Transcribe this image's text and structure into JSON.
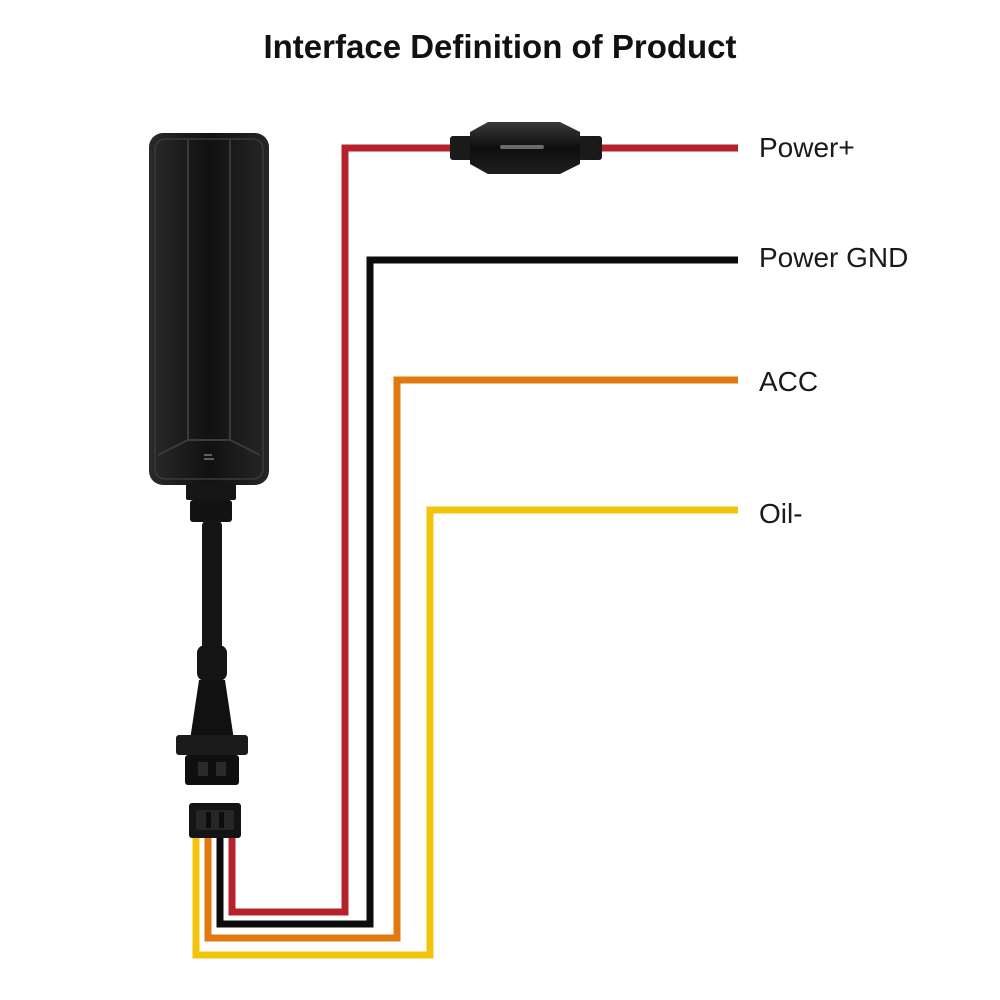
{
  "title": "Interface Definition of Product",
  "wires": [
    {
      "label": "Power+",
      "color": "#b5222b"
    },
    {
      "label": "Power GND",
      "color": "#0c0c0c"
    },
    {
      "label": "ACC",
      "color": "#e07a10"
    },
    {
      "label": "Oil-",
      "color": "#f2c40c"
    }
  ],
  "device": {
    "body_color": "#151515",
    "connector_color": "#101010"
  }
}
